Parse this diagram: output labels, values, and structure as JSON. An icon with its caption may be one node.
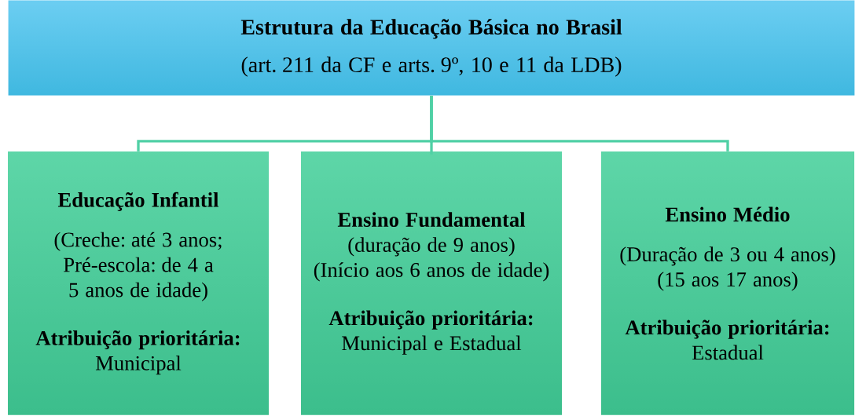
{
  "diagram": {
    "nodes": [
      {
        "text": [
          "Estrutura da Educação Básica no Brasil",
          "(art. 211 da CF e arts. 9º, 10 e 11 da LDB)"
        ]
      },
      {
        "text": [
          "Educação Infantil",
          "(Creche: até 3 anos; Pré-escola: de 4 a 5 anos de idade)",
          "Atribuição prioritária:",
          "Municipal"
        ]
      },
      {
        "text": [
          "Ensino Fundamental",
          "(duração de 9 anos)",
          "(Início aos 6 anos de idade)",
          "Atribuição prioritária:",
          "Municipal e Estadual"
        ]
      },
      {
        "text": [
          "Ensino Médio",
          "(Duração de 3 ou 4 anos)",
          "(15 aos 17 anos)",
          "Atribuição prioritária:",
          "Estadual"
        ]
      }
    ],
    "edges": [
      {
        "from": 0,
        "to": 1,
        "arrow": "none"
      },
      {
        "from": 0,
        "to": 2,
        "arrow": "none"
      },
      {
        "from": 0,
        "to": 3,
        "arrow": "none"
      }
    ]
  }
}
